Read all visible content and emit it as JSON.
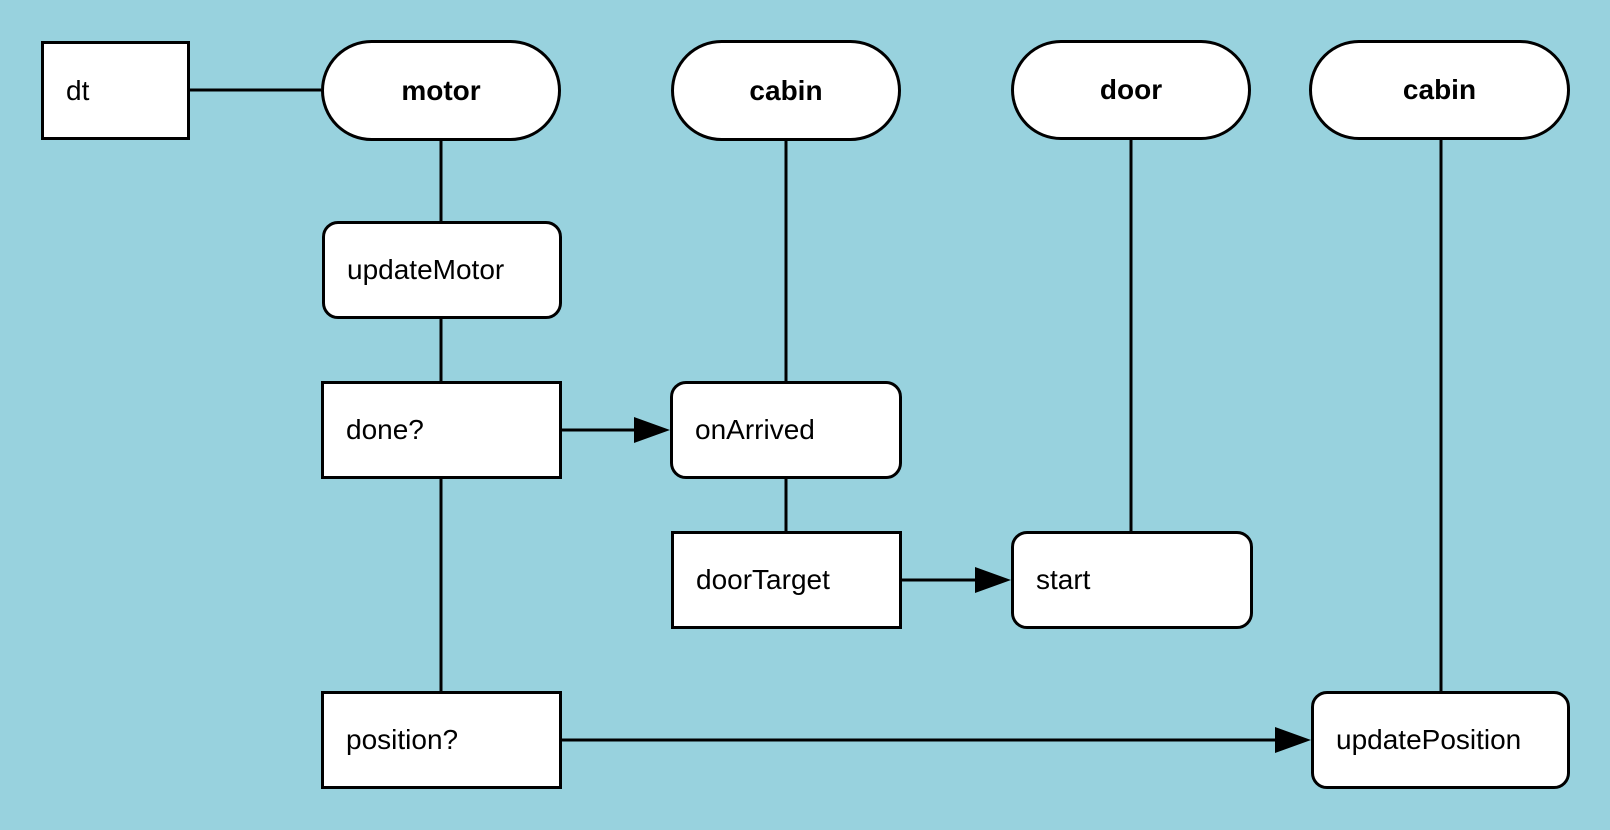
{
  "diagram": {
    "type": "communication-diagram",
    "background_color": "#98d2de",
    "shape_fill": "#ffffff",
    "line_color": "#000000",
    "actors": {
      "dt": "dt",
      "motor": "motor",
      "cabin": "cabin",
      "door": "door",
      "cabin2": "cabin"
    },
    "nodes": {
      "updateMotor": "updateMotor",
      "done": "done?",
      "onArrived": "onArrived",
      "doorTarget": "doorTarget",
      "start": "start",
      "position": "position?",
      "updatePosition": "updatePosition"
    }
  }
}
